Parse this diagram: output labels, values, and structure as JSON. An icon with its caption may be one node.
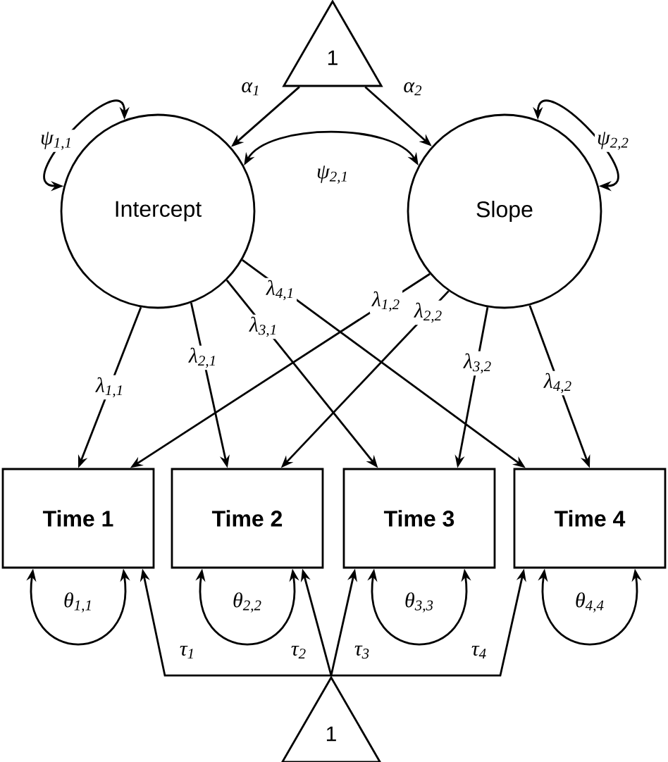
{
  "diagram": {
    "nodes": [
      {
        "text": [
          "1"
        ]
      },
      {
        "text": [
          "Intercept"
        ]
      },
      {
        "text": [
          "Slope"
        ]
      },
      {
        "text": [
          "Time 1"
        ]
      },
      {
        "text": [
          "Time 2"
        ]
      },
      {
        "text": [
          "Time 3"
        ]
      },
      {
        "text": [
          "Time 4"
        ]
      },
      {
        "text": [
          "1"
        ]
      }
    ],
    "edges": [
      {
        "from": 0,
        "to": 1,
        "arrow": "to",
        "label": "α$_{1}$"
      },
      {
        "from": 0,
        "to": 2,
        "arrow": "to",
        "label": "α$_{2}$"
      },
      {
        "from": 1,
        "to": 1,
        "arrow": "both",
        "label": "ψ$_{1,1}$"
      },
      {
        "from": 1,
        "to": 2,
        "arrow": "both",
        "label": "ψ$_{2,1}$"
      },
      {
        "from": 2,
        "to": 2,
        "arrow": "both",
        "label": "ψ$_{2,2}$"
      },
      {
        "from": 1,
        "to": 3,
        "arrow": "to",
        "label": "λ$_{1,1}$"
      },
      {
        "from": 1,
        "to": 4,
        "arrow": "to",
        "label": "λ$_{2,1}$"
      },
      {
        "from": 1,
        "to": 5,
        "arrow": "to",
        "label": "λ$_{3,1}$"
      },
      {
        "from": 1,
        "to": 6,
        "arrow": "to",
        "label": "λ$_{4,1}$"
      },
      {
        "from": 2,
        "to": 3,
        "arrow": "to",
        "label": "λ$_{1,2}$"
      },
      {
        "from": 2,
        "to": 4,
        "arrow": "to",
        "label": "λ$_{2,2}$"
      },
      {
        "from": 2,
        "to": 5,
        "arrow": "to",
        "label": "λ$_{3,2}$"
      },
      {
        "from": 2,
        "to": 6,
        "arrow": "to",
        "label": "λ$_{4,2}$"
      },
      {
        "from": 3,
        "to": 3,
        "arrow": "both",
        "label": "θ$_{1,1}$"
      },
      {
        "from": 4,
        "to": 4,
        "arrow": "both",
        "label": "θ$_{2,2}$"
      },
      {
        "from": 5,
        "to": 5,
        "arrow": "both",
        "label": "θ$_{3,3}$"
      },
      {
        "from": 6,
        "to": 6,
        "arrow": "both",
        "label": "θ$_{4,4}$"
      },
      {
        "from": 7,
        "to": 3,
        "arrow": "to",
        "label": "τ$_{1}$"
      },
      {
        "from": 7,
        "to": 4,
        "arrow": "to",
        "label": "τ$_{2}$"
      },
      {
        "from": 7,
        "to": 5,
        "arrow": "to",
        "label": "τ$_{3}$"
      },
      {
        "from": 7,
        "to": 6,
        "arrow": "to",
        "label": "τ$_{4}$"
      }
    ]
  }
}
